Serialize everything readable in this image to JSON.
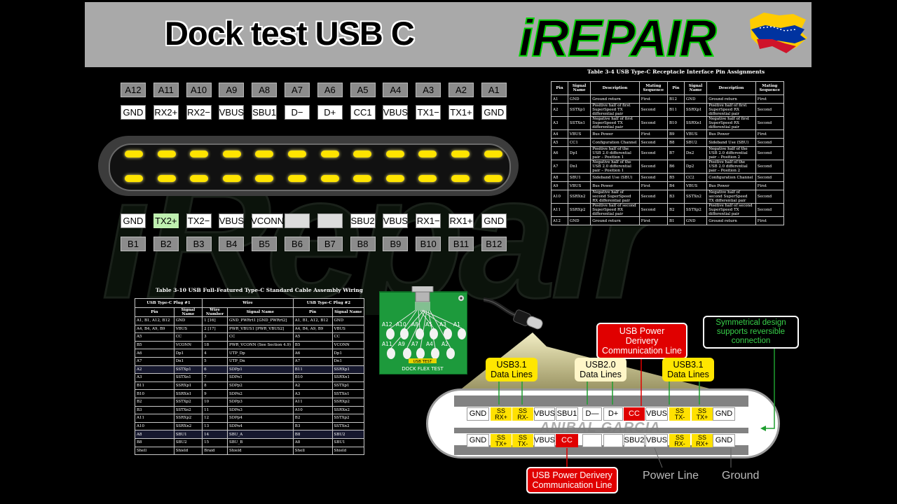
{
  "header": {
    "title": "Dock test USB C",
    "logo_text": "iREPAIR",
    "bg_color": "#a9a9a9"
  },
  "watermark_text": "iRepair",
  "receptacle": {
    "top_pin_numbers": [
      "A12",
      "A11",
      "A10",
      "A9",
      "A8",
      "A7",
      "A6",
      "A5",
      "A4",
      "A3",
      "A2",
      "A1"
    ],
    "top_signals": [
      "GND",
      "RX2+",
      "RX2−",
      "VBUS",
      "SBU1",
      "D−",
      "D+",
      "CC1",
      "VBUS",
      "TX1−",
      "TX1+",
      "GND"
    ],
    "bottom_signals": [
      "GND",
      "TX2+",
      "TX2−",
      "VBUS",
      "VCONN",
      "",
      "",
      "SBU2",
      "VBUS",
      "RX1−",
      "RX1+",
      "GND"
    ],
    "bottom_pin_numbers": [
      "B1",
      "B2",
      "B3",
      "B4",
      "B5",
      "B6",
      "B7",
      "B8",
      "B9",
      "B10",
      "B11",
      "B12"
    ],
    "highlight_signal": "TX2+",
    "contact_color": "#ffe400"
  },
  "receptacle_table": {
    "caption": "Table 3-4  USB Type-C Receptacle Interface Pin Assignments",
    "headers": [
      "Pin",
      "Signal Name",
      "Description",
      "Mating Sequence",
      "Pin",
      "Signal Name",
      "Description",
      "Mating Sequence"
    ],
    "rows": [
      [
        "A1",
        "GND",
        "Ground return",
        "First",
        "B12",
        "GND",
        "Ground return",
        "First"
      ],
      [
        "A2",
        "SSTXp1",
        "Positive half of first SuperSpeed TX differential pair",
        "Second",
        "B11",
        "SSRXp1",
        "Positive half of first SuperSpeed RX differential pair",
        "Second"
      ],
      [
        "A3",
        "SSTXn1",
        "Negative half of first SuperSpeed TX differential pair",
        "Second",
        "B10",
        "SSRXn1",
        "Negative half of first SuperSpeed RX differential pair",
        "Second"
      ],
      [
        "A4",
        "VBUS",
        "Bus Power",
        "First",
        "B9",
        "VBUS",
        "Bus Power",
        "First"
      ],
      [
        "A5",
        "CC1",
        "Configuration Channel",
        "Second",
        "B8",
        "SBU2",
        "Sideband Use (SBU)",
        "Second"
      ],
      [
        "A6",
        "Dp1",
        "Positive half of the USB 2.0 differential pair – Position 1",
        "Second",
        "B7",
        "Dn2",
        "Negative half of the USB 2.0 differential pair – Position 2",
        "Second"
      ],
      [
        "A7",
        "Dn1",
        "Negative half of the USB 2.0 differential pair – Position 1",
        "Second",
        "B6",
        "Dp2",
        "Positive half of the USB 2.0 differential pair – Position 2",
        "Second"
      ],
      [
        "A8",
        "SBU1",
        "Sideband Use (SBU)",
        "Second",
        "B5",
        "CC2",
        "Configuration Channel",
        "Second"
      ],
      [
        "A9",
        "VBUS",
        "Bus Power",
        "First",
        "B4",
        "VBUS",
        "Bus Power",
        "First"
      ],
      [
        "A10",
        "SSRXn2",
        "Negative half of second SuperSpeed RX differential pair",
        "Second",
        "B3",
        "SSTXn2",
        "Negative half of second SuperSpeed TX differential pair",
        "Second"
      ],
      [
        "A11",
        "SSRXp2",
        "Positive half of second SuperSpeed RX differential pair",
        "Second",
        "B2",
        "SSTXp2",
        "Positive half of second SuperSpeed TX differential pair",
        "Second"
      ],
      [
        "A12",
        "GND",
        "Ground return",
        "First",
        "B1",
        "GND",
        "Ground return",
        "First"
      ]
    ]
  },
  "cable_table": {
    "caption": "Table 3-10  USB Full-Featured Type-C Standard Cable Assembly Wiring",
    "group_headers": [
      "USB Type-C Plug #1",
      "Wire",
      "USB Type-C Plug #2"
    ],
    "headers": [
      "Pin",
      "Signal Name",
      "Wire Number",
      "Signal Name",
      "Pin",
      "Signal Name"
    ],
    "rows": [
      [
        "A1, B1, A12, B12",
        "GND",
        "1 [16]",
        "GND_PWRrt1 [GND_PWRrt2]",
        "A1, B1, A12, B12",
        "GND"
      ],
      [
        "A4, B4, A9, B9",
        "VBUS",
        "2 [17]",
        "PWR_VBUS1 [PWR_VBUS2]",
        "A4, B4, A9, B9",
        "VBUS"
      ],
      [
        "A5",
        "CC",
        "3",
        "CC",
        "A5",
        "CC"
      ],
      [
        "B5",
        "VCONN",
        "18",
        "PWR_VCONN (See Section 4.9)",
        "B5",
        "VCONN"
      ],
      [
        "A6",
        "Dp1",
        "4",
        "UTP_Dp",
        "A6",
        "Dp1"
      ],
      [
        "A7",
        "Dn1",
        "5",
        "UTP_Dn",
        "A7",
        "Dn1"
      ],
      [
        "A2",
        "SSTXp1",
        "6",
        "SDPp1",
        "B11",
        "SSRXp1"
      ],
      [
        "A3",
        "SSTXn1",
        "7",
        "SDPn1",
        "B10",
        "SSRXn1"
      ],
      [
        "B11",
        "SSRXp1",
        "8",
        "SDPp2",
        "A2",
        "SSTXp1"
      ],
      [
        "B10",
        "SSRXn1",
        "9",
        "SDPn2",
        "A3",
        "SSTXn1"
      ],
      [
        "B2",
        "SSTXp2",
        "10",
        "SDPp3",
        "A11",
        "SSRXp2"
      ],
      [
        "B3",
        "SSTXn2",
        "11",
        "SDPn3",
        "A10",
        "SSRXn2"
      ],
      [
        "A11",
        "SSRXp2",
        "12",
        "SDPp4",
        "B2",
        "SSTXp2"
      ],
      [
        "A10",
        "SSRXn2",
        "13",
        "SDPn4",
        "B3",
        "SSTXn2"
      ],
      [
        "A8",
        "SBU1",
        "14",
        "SBU_A",
        "B8",
        "SBU2"
      ],
      [
        "B8",
        "SBU2",
        "15",
        "SBU_B",
        "A8",
        "SBU1"
      ],
      [
        "Shell",
        "Shield",
        "Braid",
        "Shield",
        "Shell",
        "Shield"
      ]
    ],
    "selected_rows": [
      6,
      14
    ]
  },
  "board": {
    "pad_labels": [
      "A12",
      "A10",
      "A8",
      "A5",
      "A3",
      "A1",
      "A11",
      "A9",
      "A7",
      "A4",
      "A2"
    ],
    "label": "DOCK FLEX TEST",
    "chip_text": "USB TEST"
  },
  "plug_diagram": {
    "labels": {
      "power_comm_top": "USB Power Derivery\nCommunication Line",
      "power_comm_bottom": "USB Power Derivery\nCommunication Line",
      "symmetrical": "Symmetrical design\nsupports reversible connection",
      "usb31_left": "USB3.1\nData Lines",
      "usb20": "USB2.0\nData Lines",
      "usb31_right": "USB3.1\nData Lines",
      "power_line": "Power Line",
      "ground": "Ground"
    },
    "top_row": [
      {
        "t": "GND",
        "c": "w"
      },
      {
        "t": "SS\nRX+",
        "c": "y"
      },
      {
        "t": "SS\nRX-",
        "c": "y"
      },
      {
        "t": "VBUS",
        "c": "w"
      },
      {
        "t": "SBU1",
        "c": "w"
      },
      {
        "t": "D—",
        "c": "w"
      },
      {
        "t": "D+",
        "c": "w"
      },
      {
        "t": "CC",
        "c": "r"
      },
      {
        "t": "VBUS",
        "c": "w"
      },
      {
        "t": "SS\nTX-",
        "c": "y"
      },
      {
        "t": "SS\nTX+",
        "c": "y"
      },
      {
        "t": "GND",
        "c": "w"
      }
    ],
    "bottom_row": [
      {
        "t": "GND",
        "c": "w"
      },
      {
        "t": "SS\nTX+",
        "c": "y"
      },
      {
        "t": "SS\nTX-",
        "c": "y"
      },
      {
        "t": "VBUS",
        "c": "w"
      },
      {
        "t": "CC",
        "c": "r"
      },
      {
        "t": "",
        "c": "w"
      },
      {
        "t": "",
        "c": "w"
      },
      {
        "t": "SBU2",
        "c": "w"
      },
      {
        "t": "VBUS",
        "c": "w"
      },
      {
        "t": "SS\nRX-",
        "c": "y"
      },
      {
        "t": "SS\nRX+",
        "c": "y"
      },
      {
        "t": "GND",
        "c": "w"
      }
    ],
    "watermark": "ANIBAL GARCIA",
    "colors": {
      "highlight_red": "#e00000",
      "data_yellow": "#ffe600",
      "legend_green": "#38d14a"
    }
  }
}
